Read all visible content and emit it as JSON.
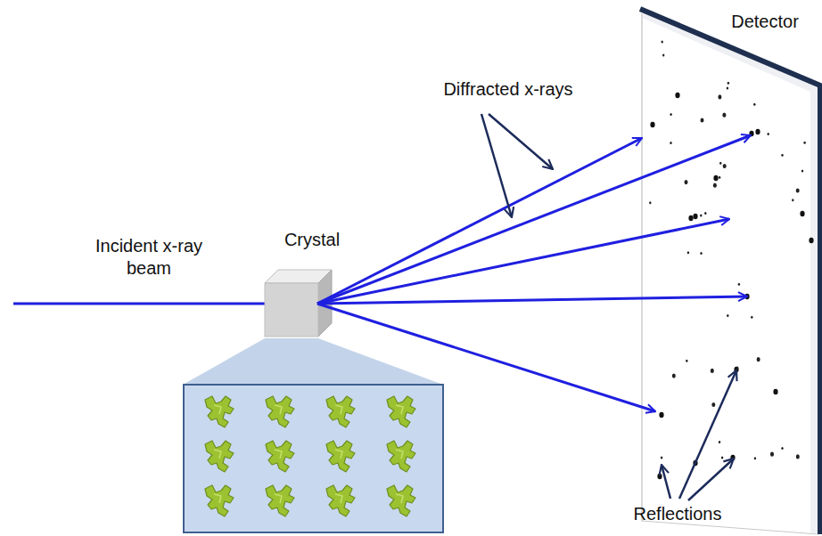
{
  "diagram": {
    "labels": [
      "Detector",
      "Diffracted x-rays",
      "Incident x-ray beam",
      "Crystal",
      "Reflections"
    ]
  }
}
